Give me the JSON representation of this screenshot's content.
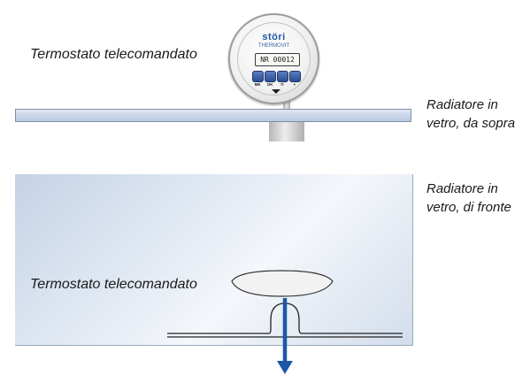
{
  "labels": {
    "thermostat_top": "Termostato telecomandato",
    "radiator_top_line1": "Radiatore in",
    "radiator_top_line2": "vetro, da sopra",
    "radiator_front_line1": "Radiatore in",
    "radiator_front_line2": "vetro, di fronte",
    "thermostat_front": "Termostato telecomandato"
  },
  "device": {
    "brand": "störi",
    "sub_brand": "THERMOVIT",
    "display": "NR 00012",
    "keys": [
      "ME",
      "OK",
      "Π",
      "+"
    ]
  },
  "colors": {
    "radiator_glass": "#c9d6e8",
    "device_accent": "#1d57a8",
    "arrow": "#1d57a8",
    "pipe": "#222222"
  }
}
